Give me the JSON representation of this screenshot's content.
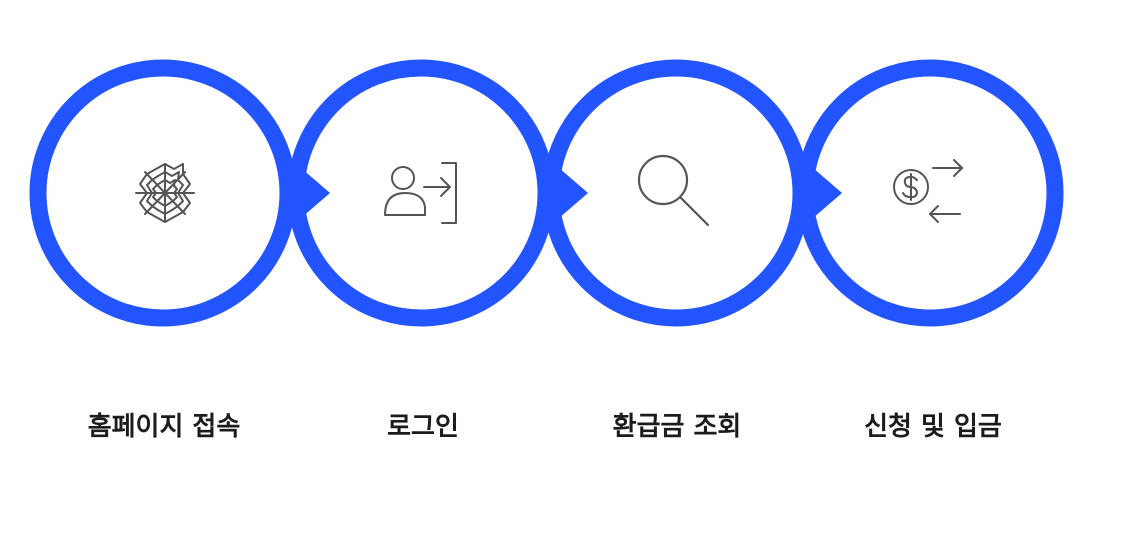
{
  "accent_color": "#2255ff",
  "icon_color": "#555555",
  "steps": [
    {
      "label": "홈페이지 접속",
      "icon": "spider-web-icon"
    },
    {
      "label": "로그인",
      "icon": "login-icon"
    },
    {
      "label": "환급금 조회",
      "icon": "search-icon"
    },
    {
      "label": "신청 및 입금",
      "icon": "money-exchange-icon"
    }
  ]
}
